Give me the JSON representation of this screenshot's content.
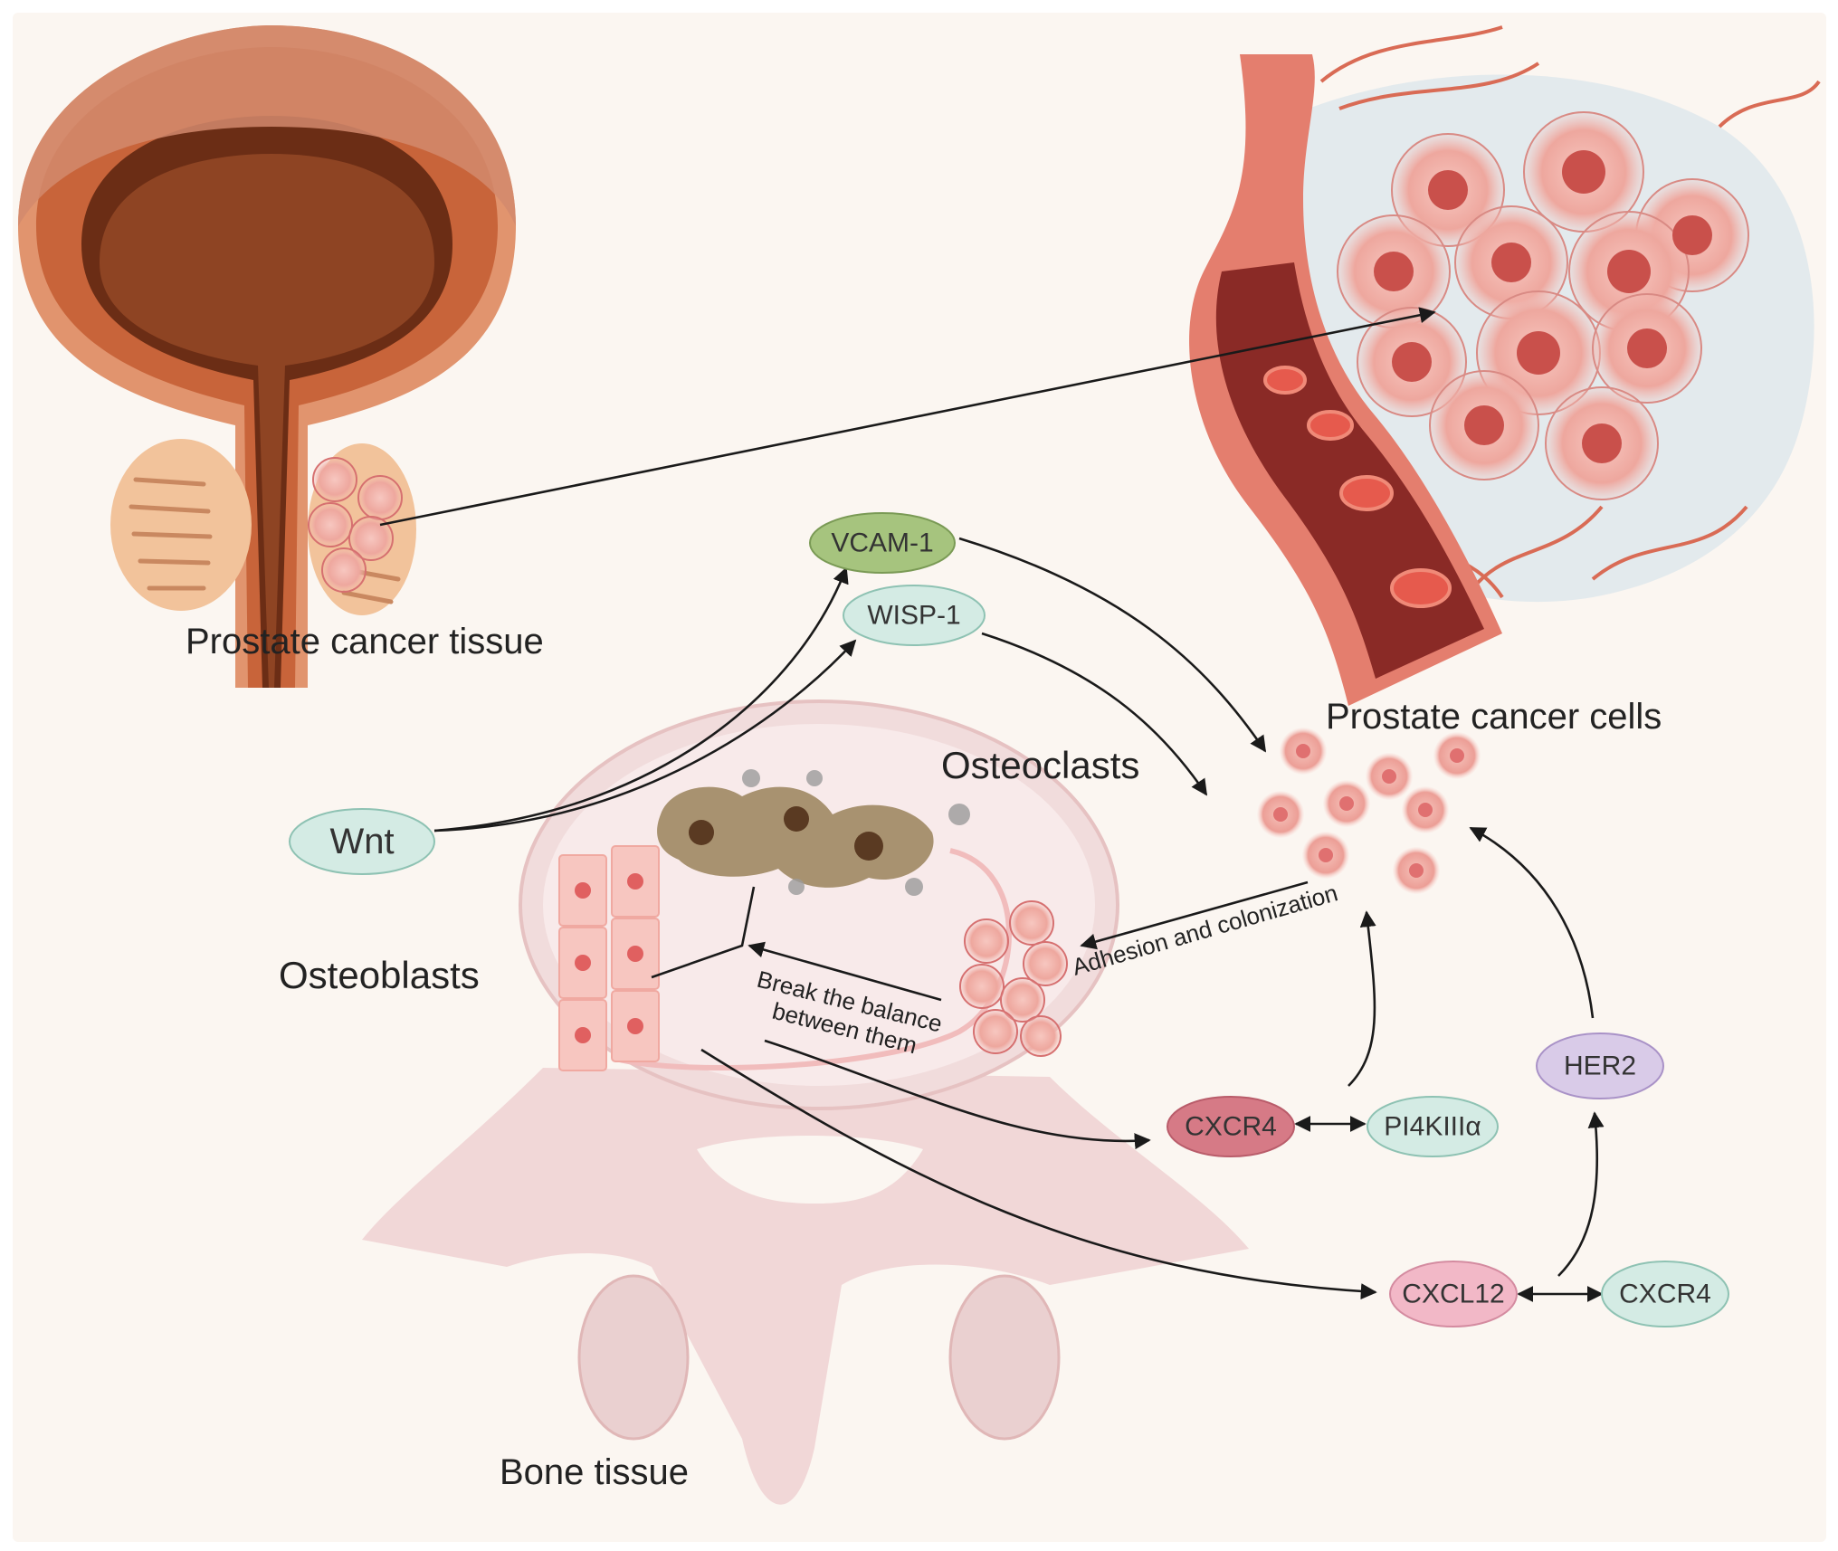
{
  "labels": {
    "prostate_tissue": "Prostate cancer tissue",
    "prostate_cells": "Prostate cancer cells",
    "osteoclasts": "Osteoclasts",
    "osteoblasts": "Osteoblasts",
    "bone_tissue": "Bone tissue",
    "break_balance_line1": "Break the balance",
    "break_balance_line2": "between them",
    "adhesion": "Adhesion and colonization"
  },
  "nodes": {
    "vcam1": "VCAM-1",
    "wisp1": "WISP-1",
    "wnt": "Wnt",
    "cxcr4_a": "CXCR4",
    "pi4k": "PI4KIIIα",
    "her2": "HER2",
    "cxcl12": "CXCL12",
    "cxcr4_b": "CXCR4"
  },
  "colors": {
    "background": "#fbf6f1",
    "green_node": "#a6c47e",
    "teal_node": "#d4ebe4",
    "red_node": "#d67a86",
    "pink_node": "#f2b8c7",
    "purple_node": "#d9cbe8",
    "vessel": "#d86a5a",
    "cell": "#eba096",
    "bone": "#f3d6d6"
  }
}
